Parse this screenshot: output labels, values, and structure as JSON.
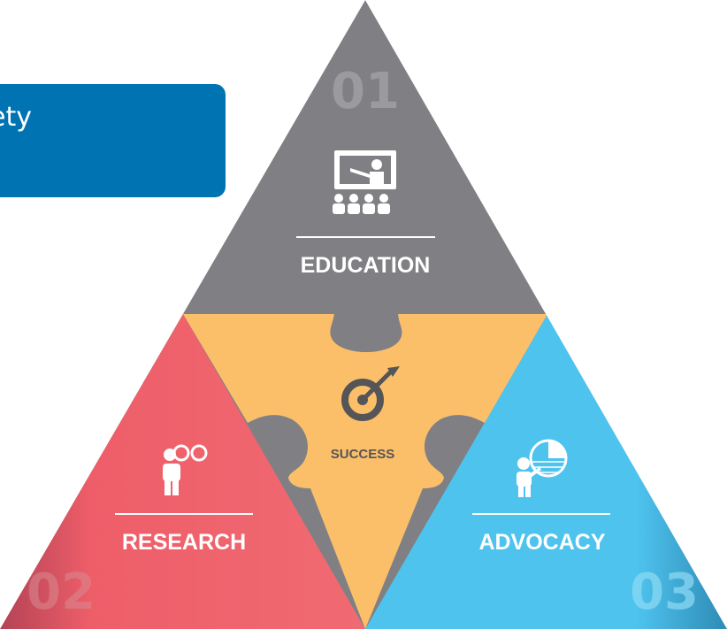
{
  "banner": {
    "text": "ety"
  },
  "segments": {
    "education": {
      "number": "01",
      "label": "EDUCATION"
    },
    "research": {
      "number": "02",
      "label": "RESEARCH"
    },
    "advocacy": {
      "number": "03",
      "label": "ADVOCACY"
    },
    "center": {
      "label": "SUCCESS"
    }
  },
  "colors": {
    "banner": "#0073b3",
    "education": "#808084",
    "research": "#ee5e69",
    "advocacy": "#4ec3ee",
    "center": "#fbbf6a",
    "education_number": "#9b9b9e"
  },
  "icons": {
    "education": "teacher-presentation-icon",
    "center": "target-icon",
    "research": "person-binoculars-icon",
    "advocacy": "person-pie-chart-icon"
  }
}
